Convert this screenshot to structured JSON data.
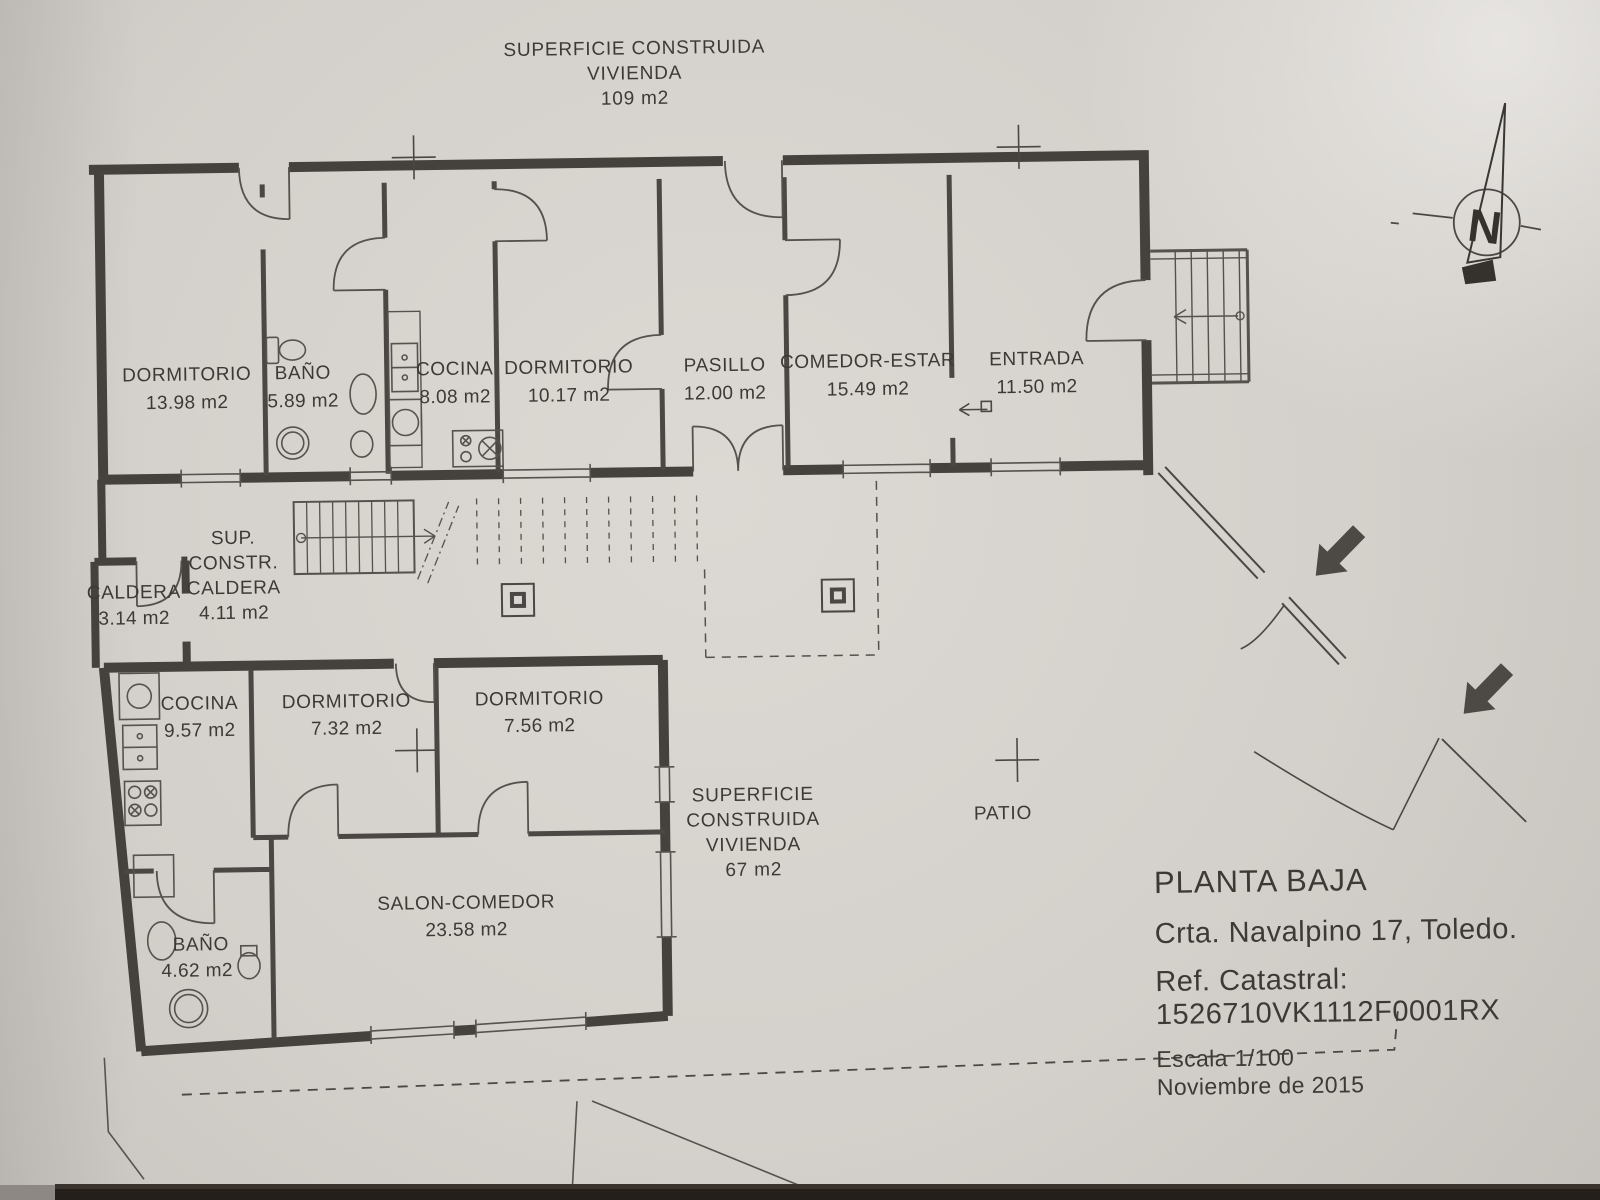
{
  "header": {
    "l1": "SUPERFICIE CONSTRUIDA",
    "l2": "VIVIENDA",
    "l3": "109 m2"
  },
  "rooms": {
    "dormitorio1": {
      "name": "DORMITORIO",
      "area": "13.98 m2"
    },
    "bano1": {
      "name": "BAÑO",
      "area": "5.89 m2"
    },
    "cocina1": {
      "name": "COCINA",
      "area": "8.08 m2"
    },
    "dormitorio2": {
      "name": "DORMITORIO",
      "area": "10.17 m2"
    },
    "pasillo": {
      "name": "PASILLO",
      "area": "12.00 m2"
    },
    "comedor": {
      "name": "COMEDOR-ESTAR",
      "area": "15.49 m2"
    },
    "entrada": {
      "name": "ENTRADA",
      "area": "11.50 m2"
    },
    "caldera": {
      "name": "CALDERA",
      "area": "3.14 m2"
    },
    "sup_caldera": {
      "l1": "SUP.",
      "l2": "CONSTR.",
      "l3": "CALDERA",
      "l4": "4.11 m2"
    },
    "cocina2": {
      "name": "COCINA",
      "area": "9.57 m2"
    },
    "dormitorio3": {
      "name": "DORMITORIO",
      "area": "7.32 m2"
    },
    "dormitorio4": {
      "name": "DORMITORIO",
      "area": "7.56 m2"
    },
    "salon": {
      "name": "SALON-COMEDOR",
      "area": "23.58 m2"
    },
    "bano2": {
      "name": "BAÑO",
      "area": "4.62 m2"
    },
    "patio": {
      "name": "PATIO"
    }
  },
  "annotation_67": {
    "l1": "SUPERFICIE",
    "l2": "CONSTRUIDA",
    "l3": "VIVIENDA",
    "l4": "67 m2"
  },
  "title_block": {
    "title": "PLANTA BAJA",
    "address": "Crta. Navalpino 17, Toledo.",
    "ref_label": "Ref. Catastral:",
    "ref_value": "1526710VK1112F0001RX",
    "scale": "Escala 1/100",
    "date": "Noviembre de 2015"
  },
  "compass": {
    "letter": "N"
  },
  "colors": {
    "paper": "#d5d1cc",
    "ink": "#45423e",
    "photo_edge": "#241f1b"
  }
}
